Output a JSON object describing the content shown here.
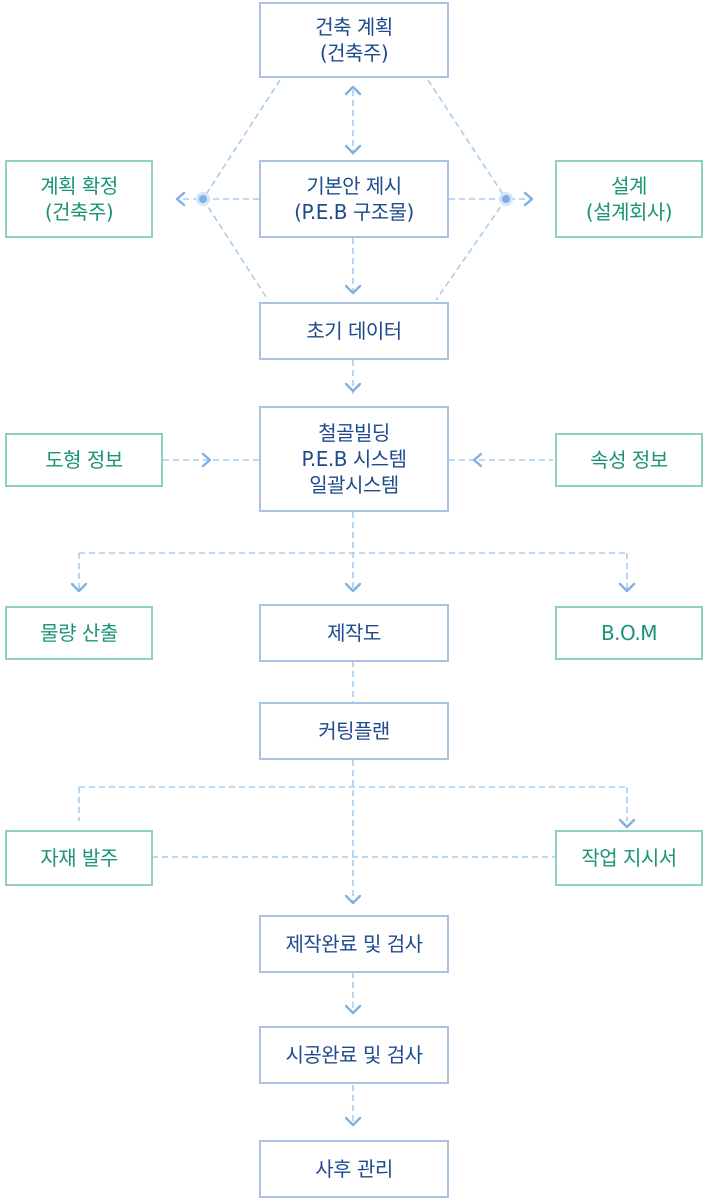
{
  "colors": {
    "blue_text": "#1e4a8f",
    "green_text": "#1a9476",
    "blue_border": "#a8c2e3",
    "green_border": "#8fd0c3",
    "connector": "#a9cdee",
    "arrow": "#7fb0e3"
  },
  "nodes": {
    "plan": {
      "line1": "건축 계획",
      "line2": "(건축주)"
    },
    "basic": {
      "line1": "기본안 제시",
      "line2": "(P.E.B 구조물)"
    },
    "confirm": {
      "line1": "계획 확정",
      "line2": "(건축주)"
    },
    "design": {
      "line1": "설계",
      "line2": "(설계회사)"
    },
    "initial": {
      "line1": "초기 데이터"
    },
    "system": {
      "line1": "철골빌딩",
      "line2": "P.E.B 시스템",
      "line3": "일괄시스템"
    },
    "shape": {
      "line1": "도형 정보"
    },
    "attr": {
      "line1": "속성 정보"
    },
    "quantity": {
      "line1": "물량 산출"
    },
    "drawing": {
      "line1": "제작도"
    },
    "bom": {
      "line1": "B.O.M"
    },
    "cutting": {
      "line1": "커팅플랜"
    },
    "order": {
      "line1": "자재 발주"
    },
    "work": {
      "line1": "작업 지시서"
    },
    "fab_done": {
      "line1": "제작완료 및 검사"
    },
    "const_done": {
      "line1": "시공완료 및 검사"
    },
    "after": {
      "line1": "사후 관리"
    }
  }
}
